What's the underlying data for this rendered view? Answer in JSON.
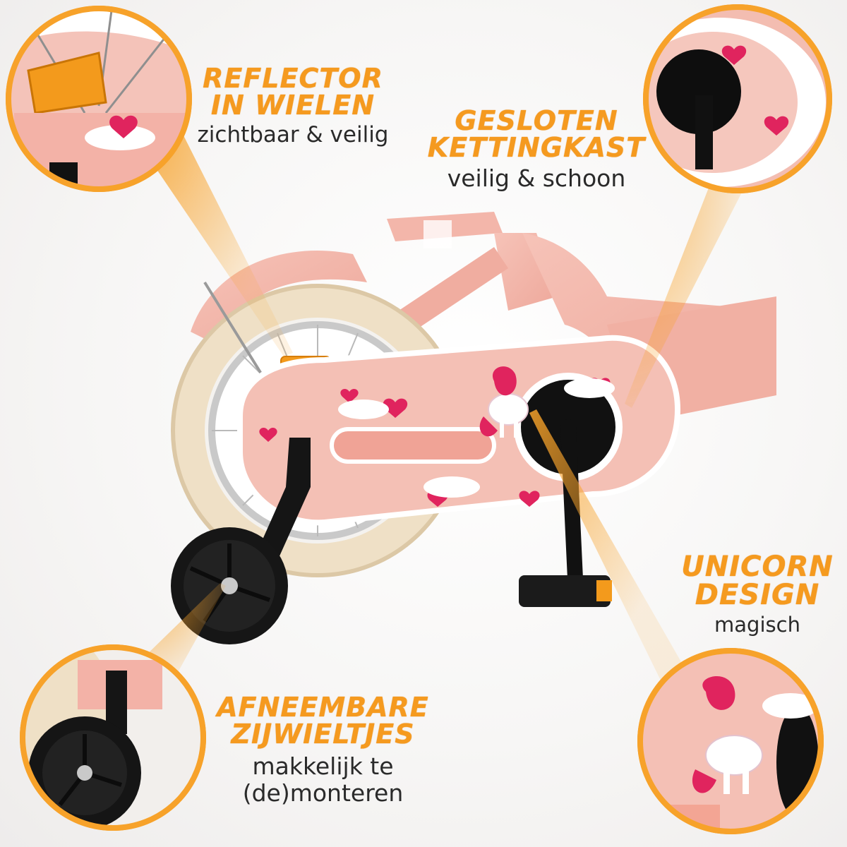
{
  "features": {
    "reflector": {
      "title_lines": [
        "REFLECTOR",
        "IN WIELEN"
      ],
      "subtitle": "zichtbaar & veilig"
    },
    "chain_guard": {
      "title_lines": [
        "GESLOTEN",
        "KETTINGKAST"
      ],
      "subtitle": "veilig & schoon"
    },
    "unicorn": {
      "title_lines": [
        "UNICORN",
        "DESIGN"
      ],
      "subtitle": "magisch"
    },
    "training_wheels": {
      "title_lines": [
        "AFNEEMBARE",
        "ZIJWIELTJES"
      ],
      "subtitle_lines": [
        "makkelijk te",
        "(de)monteren"
      ]
    }
  },
  "colors": {
    "accent_orange": "#f59a1f",
    "bike_pink": "#f1b2a7",
    "tire_cream": "#efe0c6",
    "heart_red": "#e0245e",
    "black": "#111111"
  }
}
